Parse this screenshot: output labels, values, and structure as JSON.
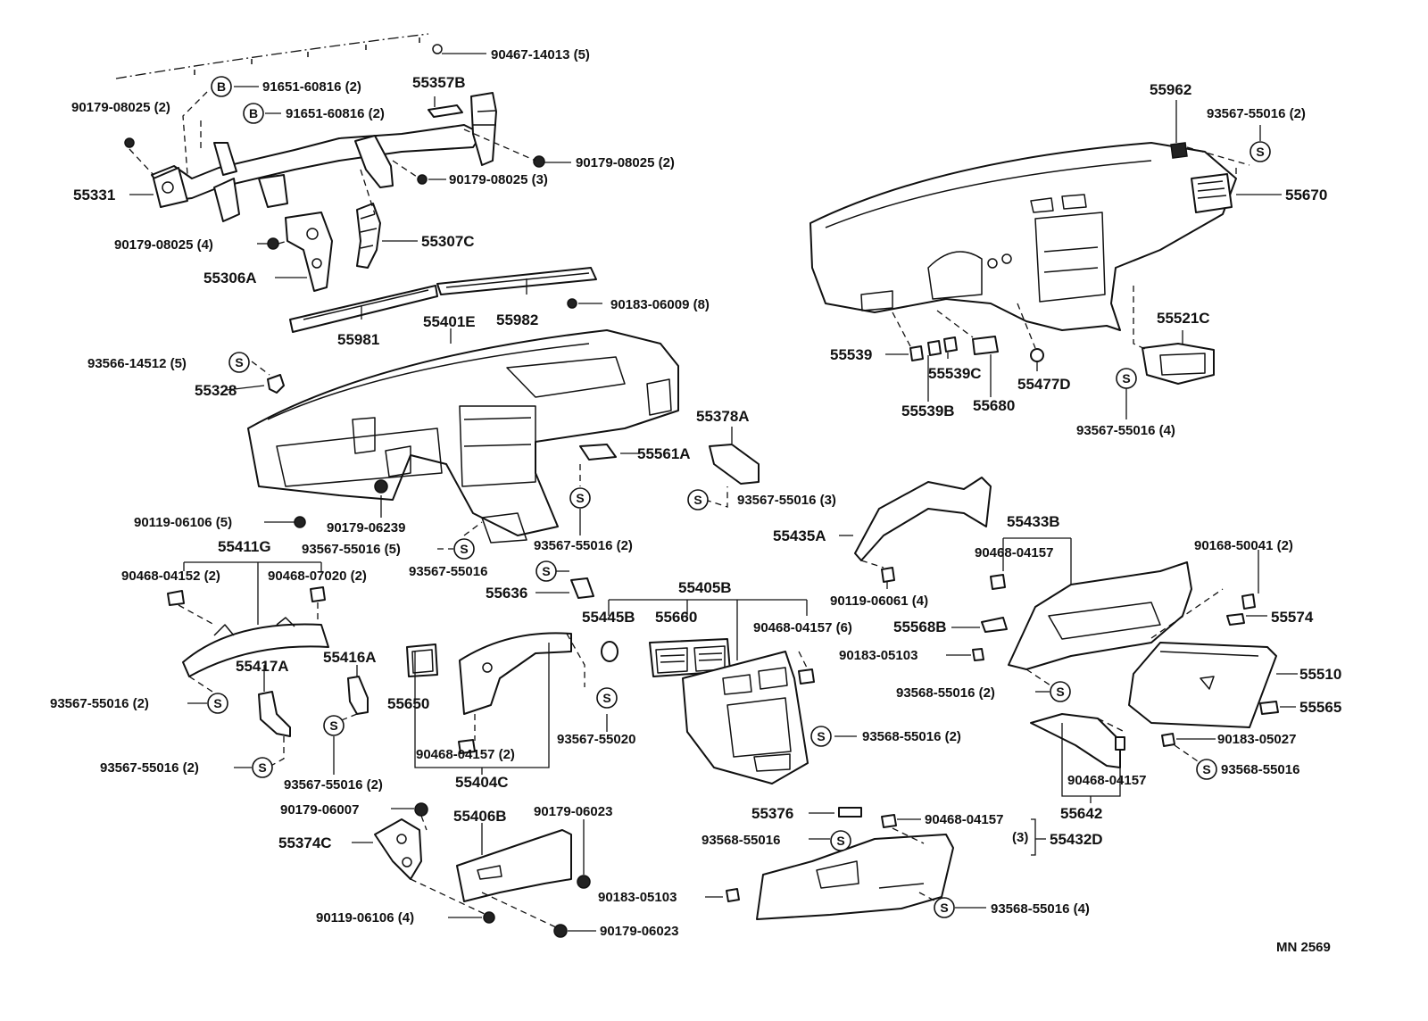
{
  "diagram_code": "MN 2569",
  "labels": {
    "p90467_14013": "90467-14013 (5)",
    "p91651_60816a": "91651-60816 (2)",
    "p91651_60816b": "91651-60816 (2)",
    "p55357b": "55357B",
    "p90179_08025_2a": "90179-08025 (2)",
    "p90179_08025_2b": "90179-08025 (2)",
    "p90179_08025_3": "90179-08025 (3)",
    "p90179_08025_4": "90179-08025 (4)",
    "p55331": "55331",
    "p55307c": "55307C",
    "p55306a": "55306A",
    "p90183_06009": "90183-06009 (8)",
    "p55982": "55982",
    "p55981": "55981",
    "p55401e": "55401E",
    "p93566_14512": "93566-14512 (5)",
    "p55328": "55328",
    "p55561a": "55561A",
    "p55378a": "55378A",
    "p93567_55016_3": "93567-55016 (3)",
    "p90119_06106_5": "90119-06106 (5)",
    "p90179_06239": "90179-06239",
    "p93567_55016_5": "93567-55016 (5)",
    "p93567_55016_2a": "93567-55016 (2)",
    "p55411g": "55411G",
    "p90468_04152": "90468-04152 (2)",
    "p90468_07020": "90468-07020 (2)",
    "p93567_55016_b": "93567-55016",
    "p55636": "55636",
    "p55405b": "55405B",
    "p55445b": "55445B",
    "p55660": "55660",
    "p90468_04157_6": "90468-04157 (6)",
    "p55568b": "55568B",
    "p90183_05103a": "90183-05103",
    "p93568_55016_2a": "93568-55016 (2)",
    "p55417a": "55417A",
    "p55416a": "55416A",
    "p93567_55016_2b": "93567-55016 (2)",
    "p55650": "55650",
    "p93567_55020": "93567-55020",
    "p90468_04157_2": "90468-04157 (2)",
    "p55404c": "55404C",
    "p93567_55016_2c": "93567-55016 (2)",
    "p93567_55016_2d": "93567-55016 (2)",
    "p93568_55016_2b": "93568-55016 (2)",
    "p90179_06007": "90179-06007",
    "p55406b": "55406B",
    "p90179_06023a": "90179-06023",
    "p55374c": "55374C",
    "p90119_06106_4": "90119-06106 (4)",
    "p90179_06023b": "90179-06023",
    "p55376": "55376",
    "p93568_55016_a": "93568-55016",
    "p90468_04157_3": "90468-04157",
    "p_3": "(3)",
    "p55432d": "55432D",
    "p90183_05103b": "90183-05103",
    "p93568_55016_4": "93568-55016 (4)",
    "p55962": "55962",
    "p93567_55016_2e": "93567-55016 (2)",
    "p55670": "55670",
    "p55521c": "55521C",
    "p55539": "55539",
    "p55539c": "55539C",
    "p55477d": "55477D",
    "p55539b": "55539B",
    "p55680": "55680",
    "p93567_55016_4": "93567-55016 (4)",
    "p55435a": "55435A",
    "p55433b": "55433B",
    "p90468_04157_a": "90468-04157",
    "p90168_50041": "90168-50041 (2)",
    "p90119_06061": "90119-06061 (4)",
    "p55574": "55574",
    "p55510": "55510",
    "p55565": "55565",
    "p90183_05027": "90183-05027",
    "p93568_55016_b": "93568-55016",
    "p90468_04157_b": "90468-04157",
    "p55642": "55642"
  },
  "symbols": {
    "b": "B",
    "s": "S"
  }
}
